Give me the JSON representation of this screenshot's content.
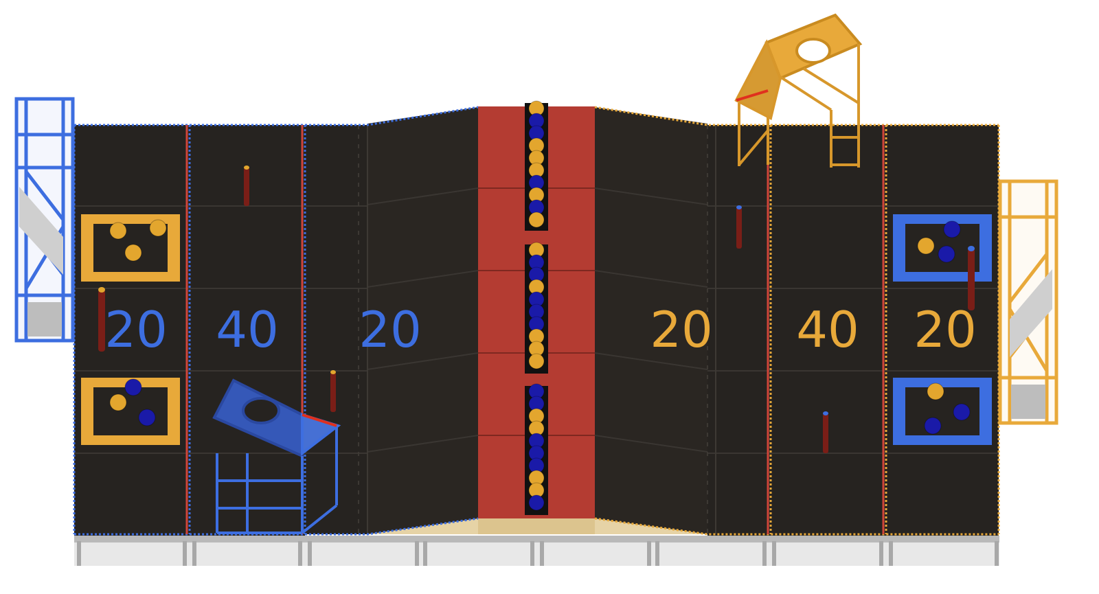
{
  "colors": {
    "panel": "#262320",
    "panel_line": "#3a3632",
    "center_panel": "#b43c32",
    "blue_alliance": "#3d6ee0",
    "gold_alliance": "#e8a93a",
    "blue_ball": "#1a1aa8",
    "gold_ball": "#e3a62e",
    "tube": "#7a1e17",
    "leg": "#a8a8a8",
    "wood": "#dcc48e"
  },
  "zones": [
    {
      "label": "20",
      "alliance": "blue"
    },
    {
      "label": "40",
      "alliance": "blue"
    },
    {
      "label": "20",
      "alliance": "blue"
    },
    {
      "label": "20",
      "alliance": "gold"
    },
    {
      "label": "40",
      "alliance": "gold"
    },
    {
      "label": "20",
      "alliance": "gold"
    }
  ],
  "center_columns": [
    [
      "gold",
      "blue",
      "blue",
      "gold",
      "gold",
      "gold",
      "blue",
      "gold",
      "blue",
      "gold"
    ],
    [
      "gold",
      "blue",
      "blue",
      "gold",
      "blue",
      "blue",
      "blue",
      "gold",
      "gold",
      "gold"
    ],
    [
      "blue",
      "blue",
      "gold",
      "gold",
      "blue",
      "blue",
      "blue",
      "gold",
      "gold",
      "blue"
    ]
  ],
  "goal_boxes": [
    {
      "side": "left",
      "frame": "gold",
      "balls": [
        "gold",
        "gold",
        "gold"
      ]
    },
    {
      "side": "left",
      "frame": "gold",
      "balls": [
        "blue",
        "gold",
        "blue"
      ]
    },
    {
      "side": "right",
      "frame": "blue",
      "balls": [
        "blue",
        "gold",
        "blue"
      ]
    },
    {
      "side": "right",
      "frame": "blue",
      "balls": [
        "gold",
        "blue",
        "blue"
      ]
    }
  ],
  "towers": [
    {
      "side": "left",
      "alliance": "blue"
    },
    {
      "side": "right",
      "alliance": "gold"
    }
  ],
  "dispensers": [
    {
      "alliance": "blue"
    },
    {
      "alliance": "gold"
    }
  ]
}
